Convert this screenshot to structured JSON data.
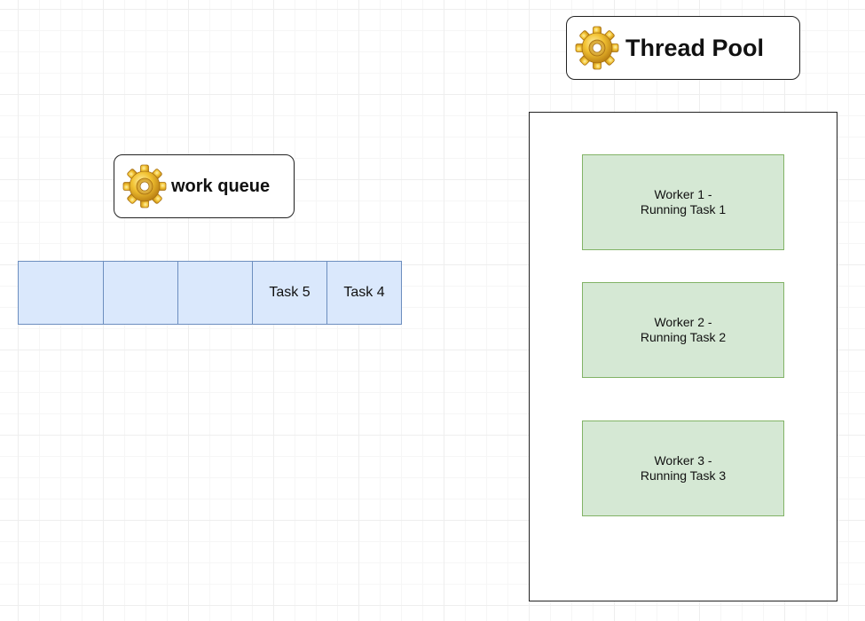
{
  "work_queue": {
    "title": "work queue",
    "icon": "gear-icon",
    "cells": [
      "",
      "",
      "",
      "Task 5",
      "Task 4"
    ]
  },
  "thread_pool": {
    "title": "Thread Pool",
    "icon": "gear-icon",
    "workers": [
      {
        "name": "Worker 1 -",
        "status": "Running Task 1"
      },
      {
        "name": "Worker 2 -",
        "status": "Running Task 2"
      },
      {
        "name": "Worker 3 -",
        "status": "Running Task 3"
      }
    ]
  },
  "colors": {
    "queue_fill": "#dae8fc",
    "queue_stroke": "#6c8ebf",
    "worker_fill": "#d5e8d4",
    "worker_stroke": "#82b366",
    "gear_gold": "#f2c232"
  }
}
